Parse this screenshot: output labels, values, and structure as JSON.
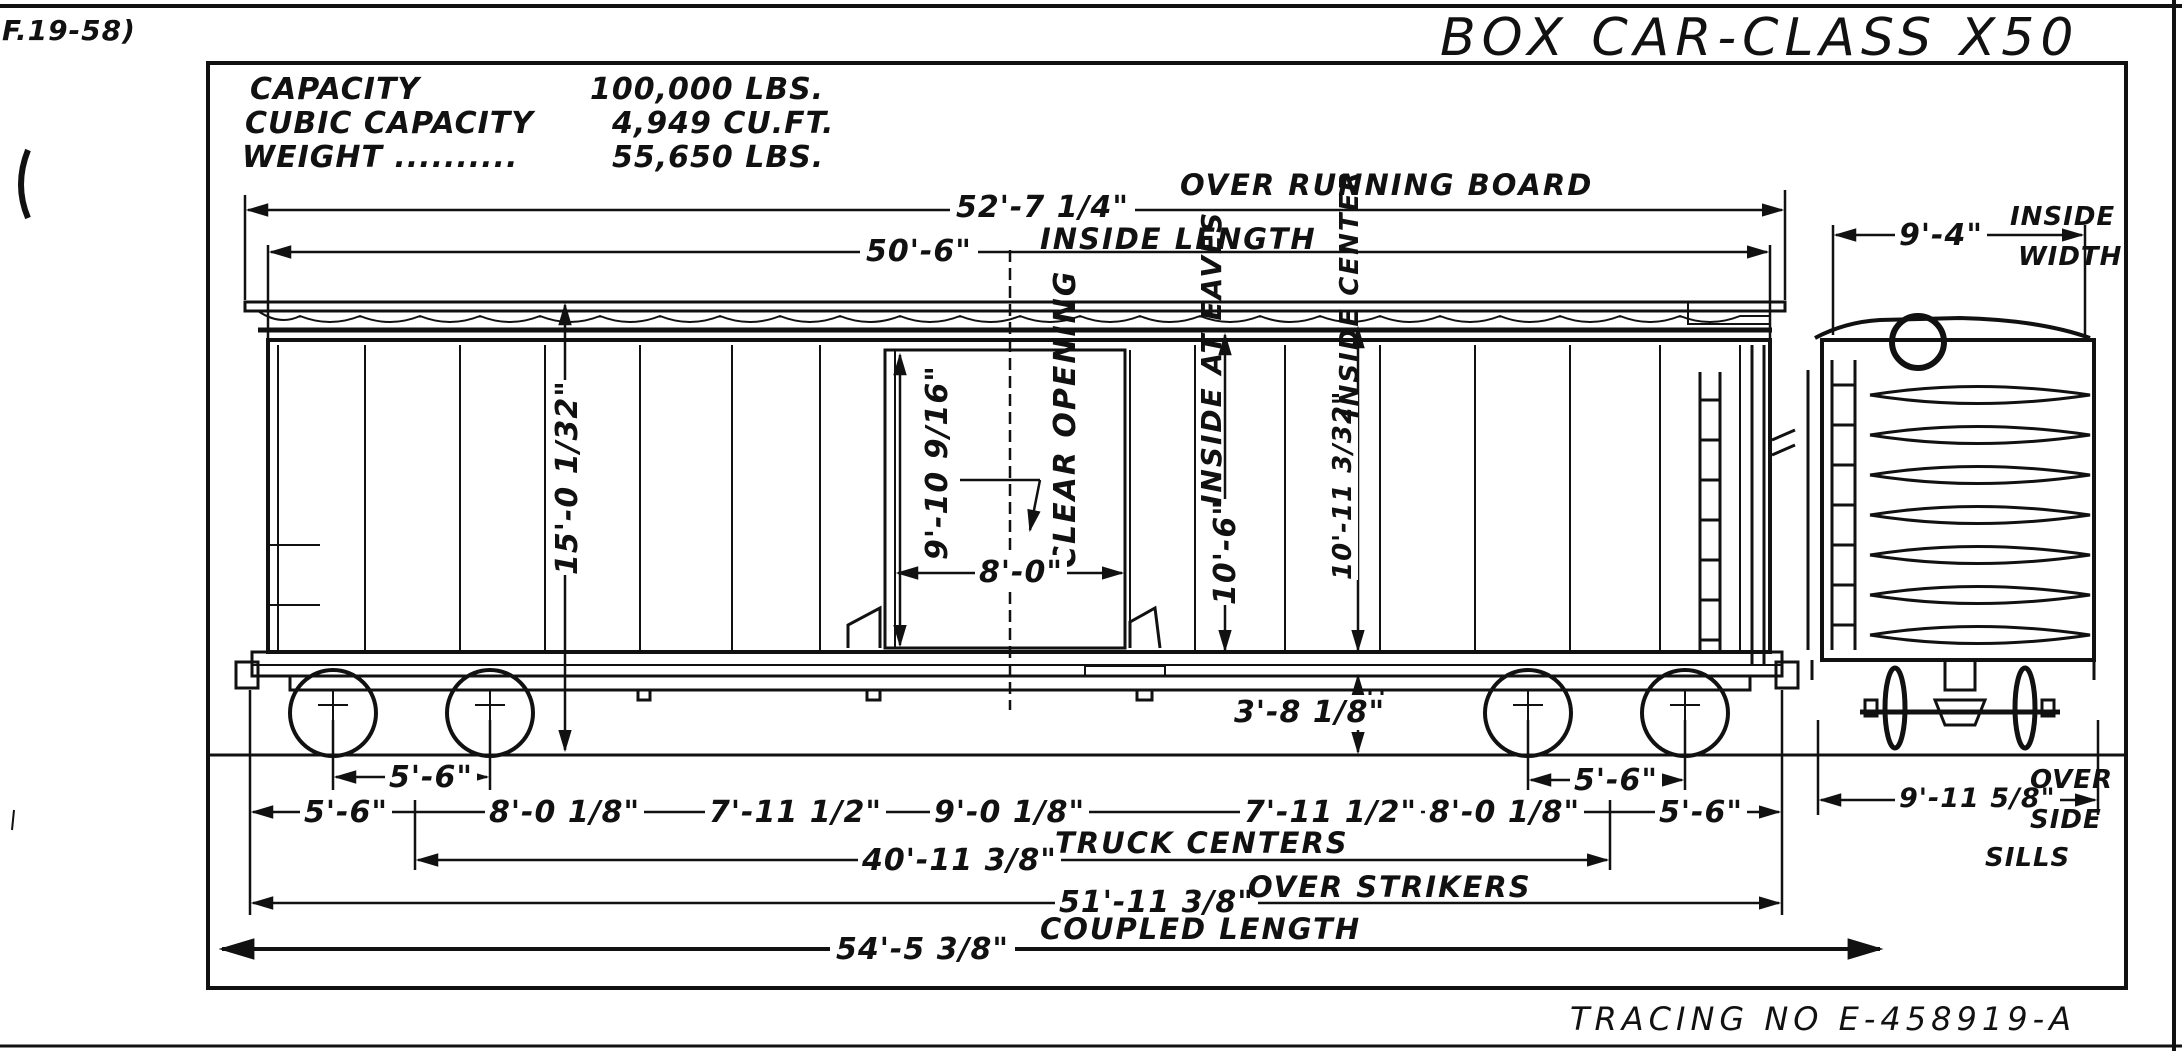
{
  "header": {
    "left_code": "F.19-58)",
    "title": "BOX CAR-CLASS X50",
    "tracing": "TRACING NO E-458919-A"
  },
  "specs": {
    "capacity_label": "CAPACITY",
    "capacity_value": "100,000 LBS.",
    "cubic_label": "CUBIC CAPACITY",
    "cubic_value": "4,949 CU.FT.",
    "weight_label": "WEIGHT ..........",
    "weight_value": "55,650 LBS."
  },
  "top_dims": {
    "over_running_board_value": "52'-7 1/4\"",
    "over_running_board_label": "OVER RUNNING BOARD",
    "inside_length_value": "50'-6\"",
    "inside_length_label": "INSIDE LENGTH"
  },
  "vertical_dims": {
    "overall_height": "15'-0 1/32\"",
    "door_height": "9'-10 9/16\"",
    "clear_opening_label": "CLEAR OPENING",
    "door_width": "8'-0\"",
    "inside_at_eaves_value": "10'-6\"",
    "inside_at_eaves_label": "INSIDE AT EAVES",
    "inside_center_value": "10'-11 3/32\"",
    "inside_center_label": "INSIDE CENTER",
    "floor_height": "3'-8 1/8\""
  },
  "bottom_dims": {
    "wheel_base": "5'-6\"",
    "wheel_base_right": "5'-6\"",
    "segments": [
      "5'-6\"",
      "8'-0 1/8\"",
      "7'-11 1/2\"",
      "9'-0 1/8\"",
      "7'-11 1/2\"",
      "8'-0 1/8\"",
      "5'-6\""
    ],
    "truck_centers_value": "40'-11 3/8\"",
    "truck_centers_label": "TRUCK CENTERS",
    "over_strikers_value": "51'-11 3/8\"",
    "over_strikers_label": "OVER STRIKERS",
    "coupled_length_value": "54'-5 3/8\"",
    "coupled_length_label": "COUPLED LENGTH"
  },
  "end_view": {
    "inside_width_value": "9'-4\"",
    "inside_width_label_1": "INSIDE",
    "inside_width_label_2": "WIDTH",
    "over_side_sills_value": "9'-11 5/8\"",
    "over_side_sills_label_1": "OVER",
    "over_side_sills_label_2": "SIDE",
    "over_side_sills_label_3": "SILLS"
  }
}
